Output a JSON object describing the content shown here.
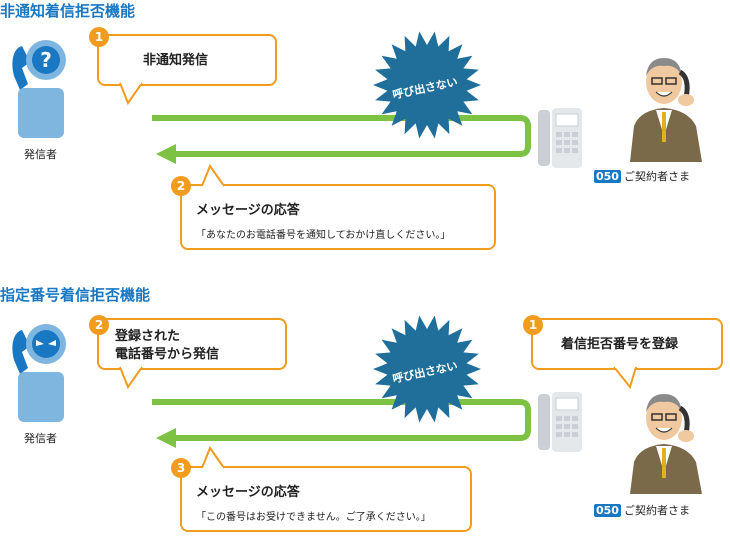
{
  "section1": {
    "title": "非通知着信拒否機能",
    "caller_label": "発信者",
    "step1": {
      "num": "1",
      "text": "非通知発信"
    },
    "burst_text": "呼び出さない",
    "step2": {
      "num": "2",
      "title": "メッセージの応答",
      "message": "「あなたのお電話番号を通知しておかけ直しください。」"
    },
    "receiver_prefix": "050",
    "receiver_label": "ご契約者さま"
  },
  "section2": {
    "title": "指定番号着信拒否機能",
    "caller_label": "発信者",
    "step2": {
      "num": "2",
      "line1": "登録された",
      "line2": "電話番号から発信"
    },
    "burst_text": "呼び出さない",
    "step1": {
      "num": "1",
      "text": "着信拒否番号を登録"
    },
    "step3": {
      "num": "3",
      "title": "メッセージの応答",
      "message": "「この番号はお受けできません。ご了承ください。」"
    },
    "receiver_prefix": "050",
    "receiver_label": "ご契約者さま"
  },
  "colors": {
    "accent": "#f29c1f",
    "arrow": "#7dc242",
    "burst": "#1f6f9a",
    "title": "#1a78c2"
  }
}
